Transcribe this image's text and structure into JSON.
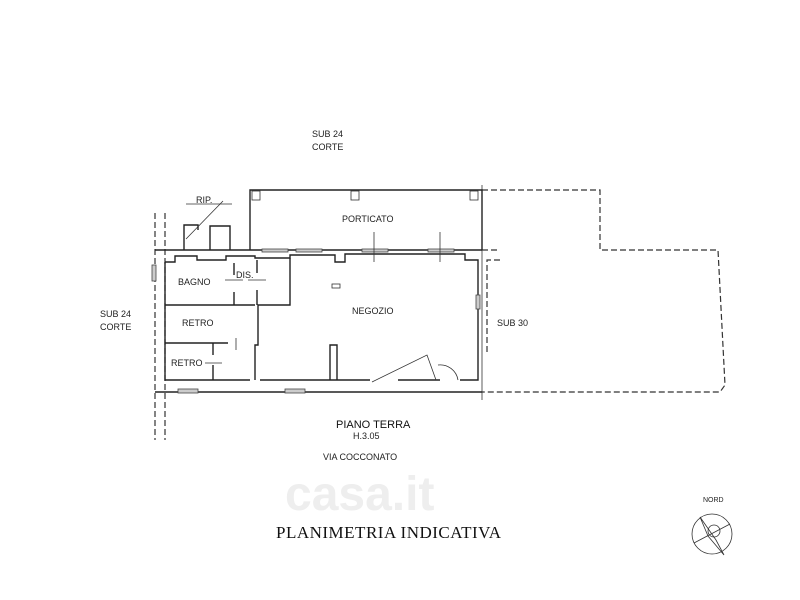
{
  "plan": {
    "sub24_top": [
      "SUB 24",
      "CORTE"
    ],
    "sub24_left": [
      "SUB 24",
      "CORTE"
    ],
    "sub30": "SUB 30",
    "rooms": {
      "rip": "RIP.",
      "porticato": "PORTICATO",
      "bagno": "BAGNO",
      "dis": "DIS.",
      "retro1": "RETRO",
      "retro2": "RETRO",
      "negozio": "NEGOZIO"
    },
    "floor_label": "PIANO TERRA",
    "height_label": "H.3.05",
    "street": "VIA COCCONATO",
    "compass_label": "NORD",
    "title": "PLANIMETRIA INDICATIVA",
    "watermark": "casa.it"
  }
}
